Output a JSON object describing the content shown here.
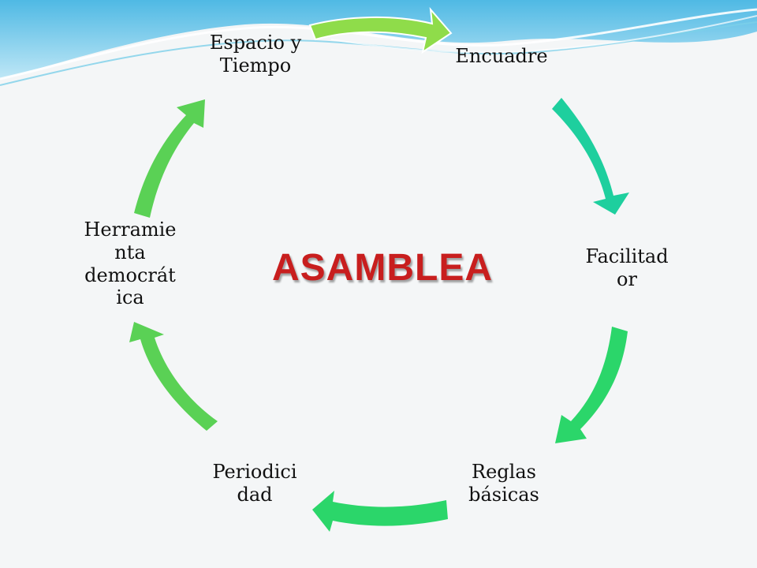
{
  "diagram": {
    "title": "ASAMBLEA",
    "nodes": [
      {
        "label": "Espacio y\nTiempo"
      },
      {
        "label": "Encuadre"
      },
      {
        "label": "Facilitad\nor"
      },
      {
        "label": "Reglas\nbásicas"
      },
      {
        "label": "Periodici\ndad"
      },
      {
        "label": "Herramie\nnta\ndemocrát\nica"
      }
    ]
  },
  "colors": {
    "title": "#c81e1e",
    "arrow_light": "#8fdc4a",
    "arrow_teal": "#1ecf9e",
    "arrow_green": "#2bd66a",
    "arrow_lime": "#5ad155",
    "sky": "#5ec4e8"
  }
}
